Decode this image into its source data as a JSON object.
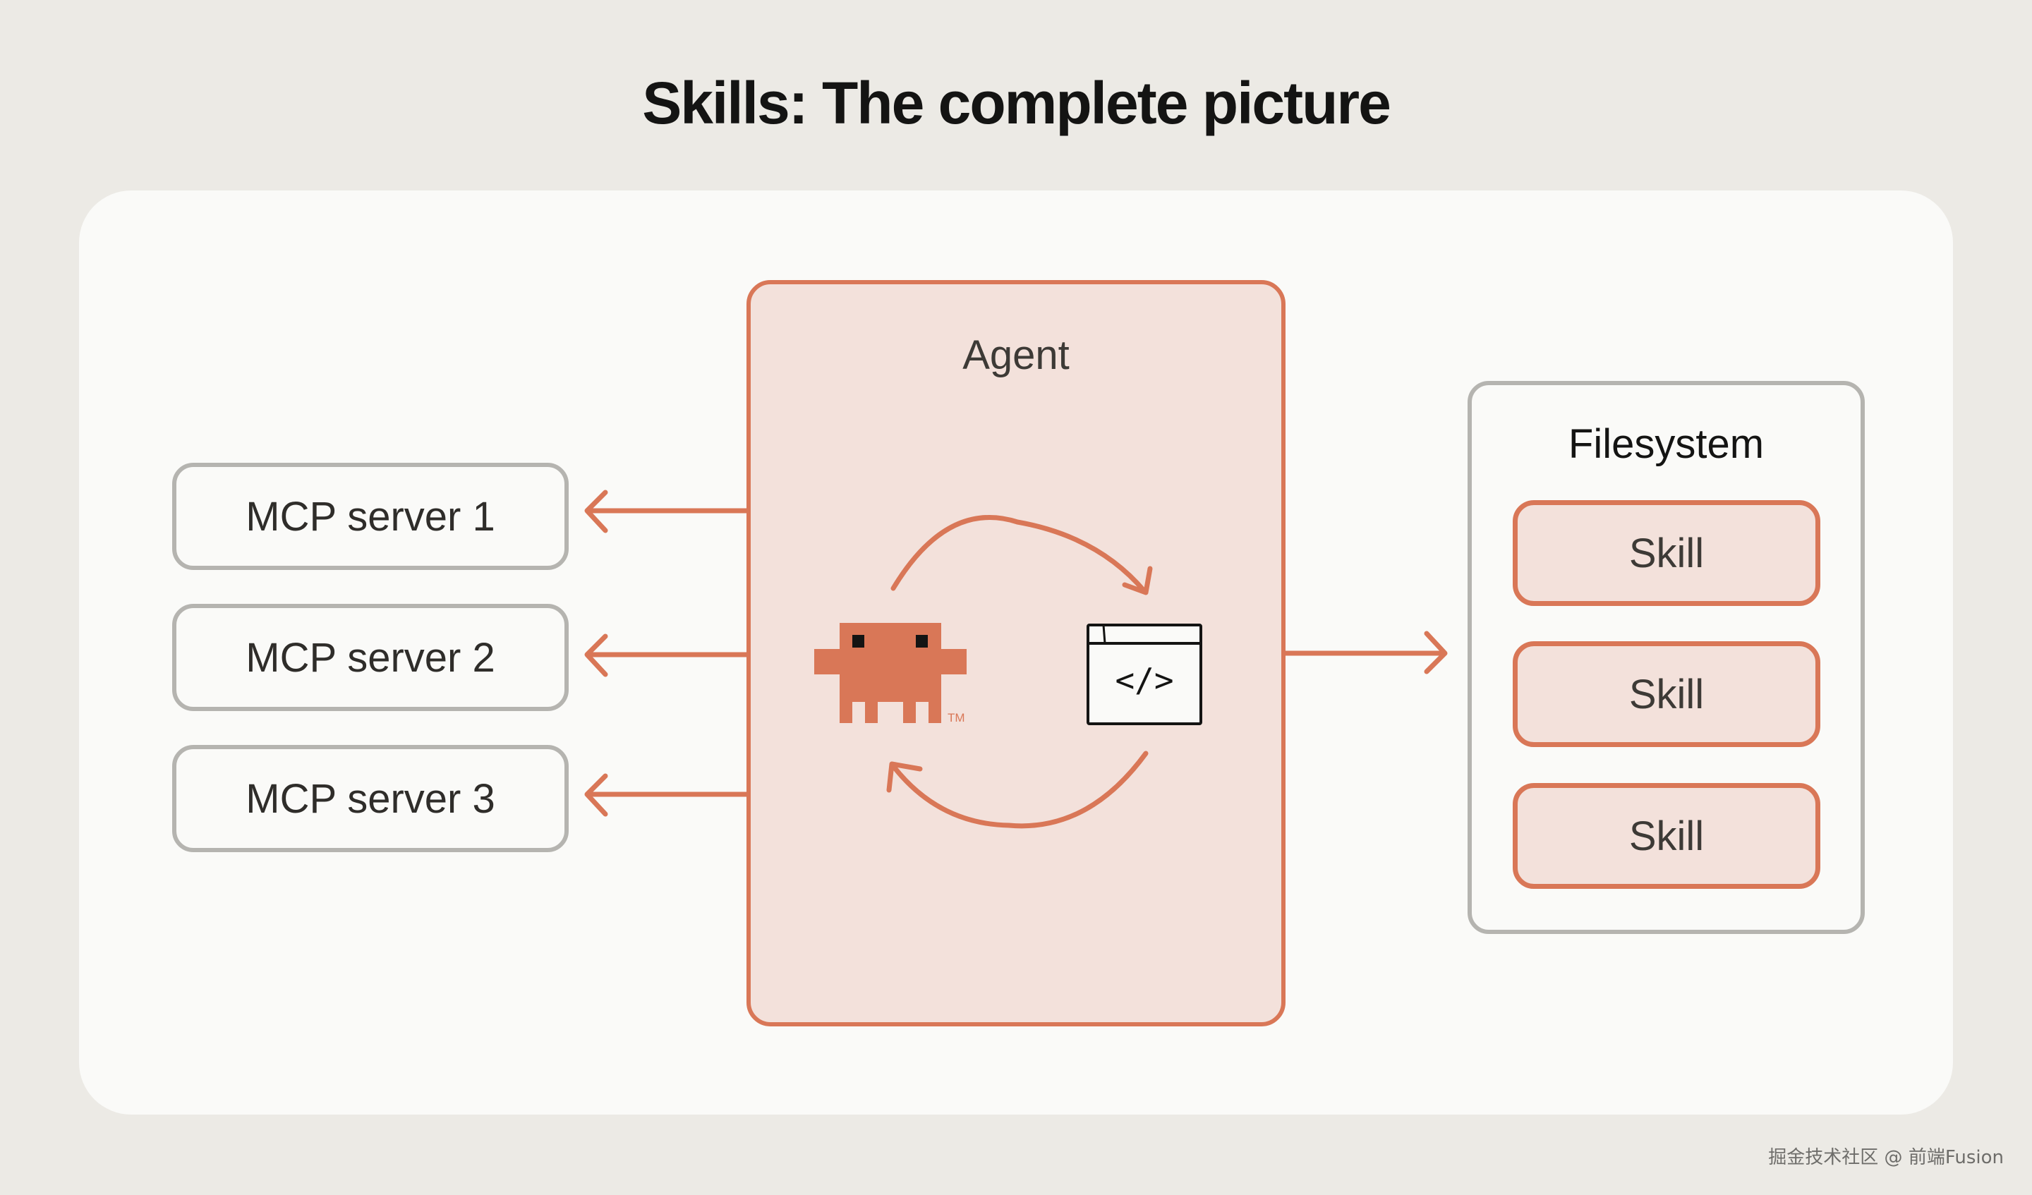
{
  "title": "Skills: The complete picture",
  "agent": {
    "label": "Agent",
    "trademark": "TM"
  },
  "mcp_servers": [
    {
      "label": "MCP server 1"
    },
    {
      "label": "MCP server 2"
    },
    {
      "label": "MCP server 3"
    }
  ],
  "filesystem": {
    "label": "Filesystem",
    "skills": [
      {
        "label": "Skill"
      },
      {
        "label": "Skill"
      },
      {
        "label": "Skill"
      }
    ]
  },
  "code_icon_text": "</>",
  "watermark": "掘金技术社区 @ 前端Fusion",
  "colors": {
    "accent": "#D97757",
    "agent_fill": "#F3E1DB",
    "neutral_border": "#B5B4B0",
    "background": "#ECEAE5",
    "panel": "#FAFAF8"
  },
  "icons": [
    "robot-mascot-icon",
    "code-window-icon",
    "cycle-arrow-icon",
    "arrow-left-icon",
    "arrow-right-icon"
  ]
}
